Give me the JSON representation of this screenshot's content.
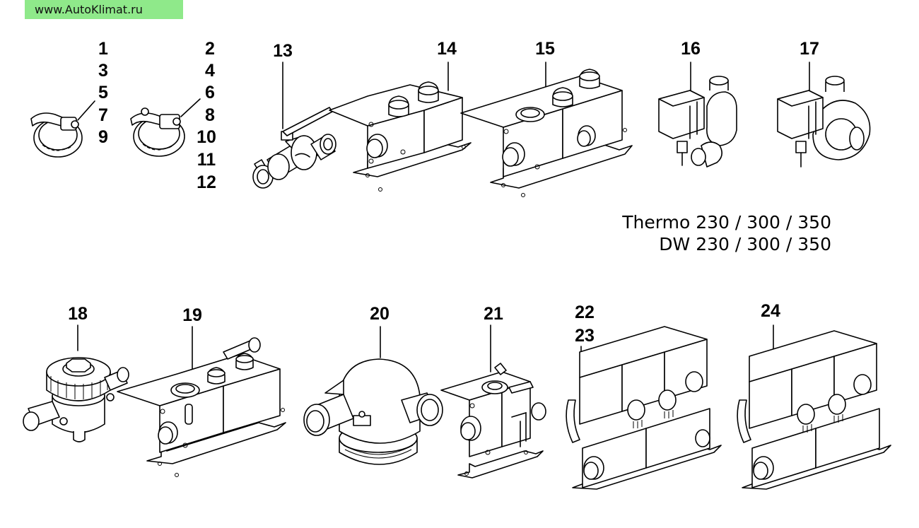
{
  "watermark": "www.AutoKlimat.ru",
  "models": [
    "Thermo 230 / 300 / 350",
    "DW 230 / 300 / 350"
  ],
  "labels": {
    "n1": "1",
    "n3": "3",
    "n5": "5",
    "n7": "7",
    "n9": "9",
    "n2": "2",
    "n4": "4",
    "n6": "6",
    "n8": "8",
    "n10": "10",
    "n11": "11",
    "n12": "12",
    "n13": "13",
    "n14": "14",
    "n15": "15",
    "n16": "16",
    "n17": "17",
    "n18": "18",
    "n19": "19",
    "n20": "20",
    "n21": "21",
    "n22": "22",
    "n23": "23",
    "n24": "24"
  }
}
